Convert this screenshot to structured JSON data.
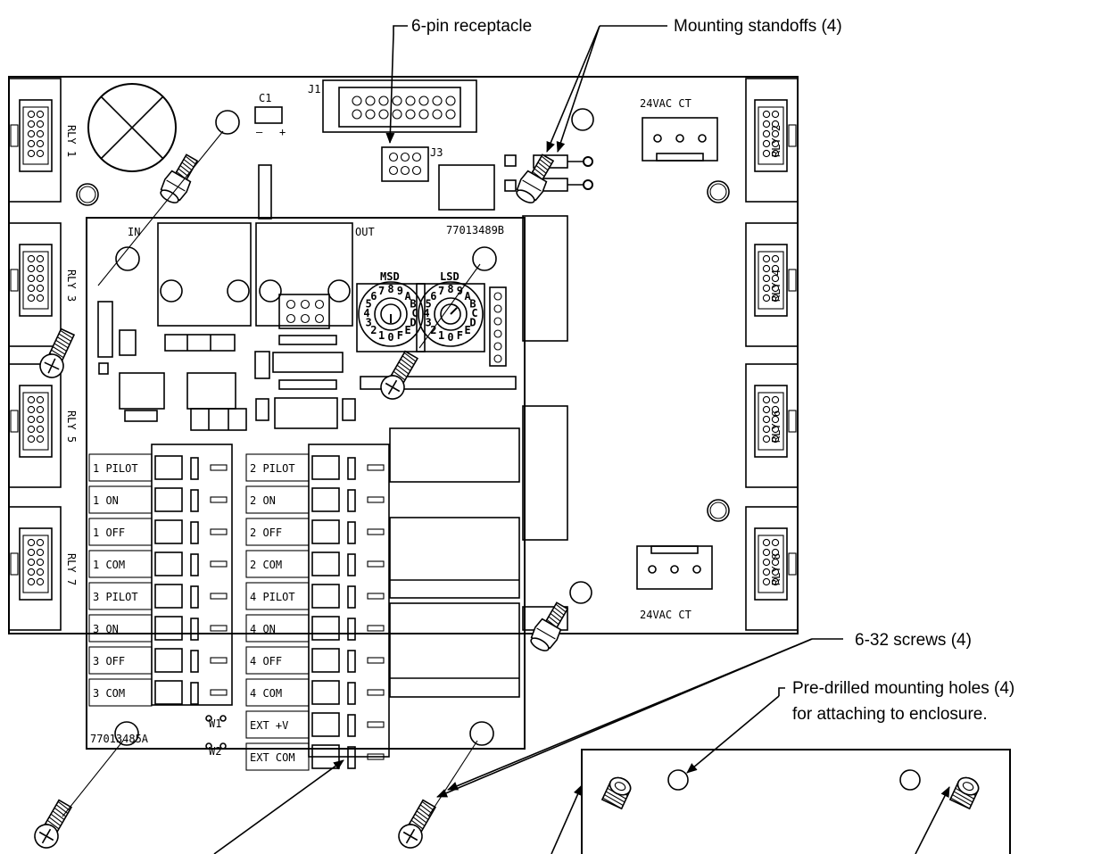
{
  "callouts": {
    "receptacle": "6-pin receptacle",
    "standoffs": "Mounting standoffs (4)",
    "screws": "6-32 screws (4)",
    "holes_line1": "Pre-drilled mounting holes (4)",
    "holes_line2": "for attaching to enclosure."
  },
  "board_labels": {
    "c1": "C1",
    "j1": "J1",
    "j3": "J3",
    "in": "IN",
    "out": "OUT",
    "part_top": "77013489B",
    "part_bottom": "77013485A",
    "msd": "MSD",
    "lsd": "LSD",
    "transformer_top": "24VAC CT",
    "transformer_bottom": "24VAC CT",
    "w1": "W1",
    "w2": "W2"
  },
  "relays": [
    "RLY 1",
    "RLY 2",
    "RLY 3",
    "RLY 4",
    "RLY 5",
    "RLY 6",
    "RLY 7",
    "RLY 8"
  ],
  "terminals_left": [
    "1 PILOT",
    "1 ON",
    "1 OFF",
    "1 COM",
    "3 PILOT",
    "3 ON",
    "3 OFF",
    "3 COM"
  ],
  "terminals_right": [
    "2 PILOT",
    "2 ON",
    "2 OFF",
    "2 COM",
    "4 PILOT",
    "4 ON",
    "4 OFF",
    "4 COM",
    "EXT +V",
    "EXT COM"
  ]
}
